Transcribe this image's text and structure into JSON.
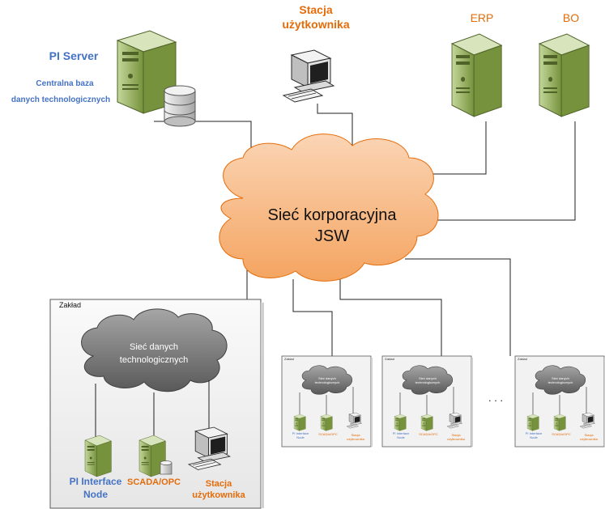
{
  "pi_server": {
    "title": "PI Server",
    "subtitle_line1": "Centralna baza",
    "subtitle_line2": "danych technologicznych"
  },
  "user_station_top": {
    "line1": "Stacja",
    "line2": "użytkownika"
  },
  "erp": {
    "label": "ERP"
  },
  "bo": {
    "label": "BO"
  },
  "corporate_network": {
    "line1": "Sieć korporacyjna",
    "line2": "JSW"
  },
  "plant": {
    "title": "Zakład",
    "network_line1": "Sieć danych",
    "network_line2": "technologicznych",
    "pi_interface_line1": "PI Interface",
    "pi_interface_line2": "Node",
    "scada": "SCADA/OPC",
    "station_line1": "Stacja",
    "station_line2": "użytkownika"
  },
  "small_plants": {
    "title": "Zakład",
    "network_line1": "Sieć danych",
    "network_line2": "technologicznych",
    "pi_line1": "PI Interface",
    "pi_line2": "Node",
    "scada": "SCADA/OPC",
    "station_line1": "Stacja",
    "station_line2": "użytkownika"
  },
  "ellipsis": ". . .",
  "colors": {
    "corporate_cloud": "#f9c596",
    "tech_cloud": "#7f7f7f",
    "server_green": "#9bbb59",
    "label_blue": "#4472c4",
    "label_orange": "#e46c0a",
    "plant_bg": "#f2f2f2"
  }
}
